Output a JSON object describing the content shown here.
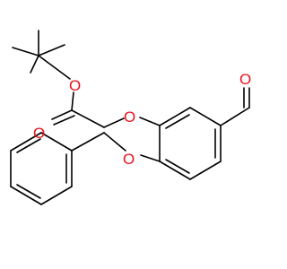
{
  "molecule": {
    "atoms": {
      "ester_carbonyl_oxygen": "O",
      "ester_oxygen": "O",
      "ether_oxygen_upper": "O",
      "ether_oxygen_lower": "O",
      "aldehyde_oxygen": "O"
    }
  },
  "colors": {
    "bond": "#000000",
    "oxygen": "#e8111b",
    "background": "#ffffff"
  }
}
